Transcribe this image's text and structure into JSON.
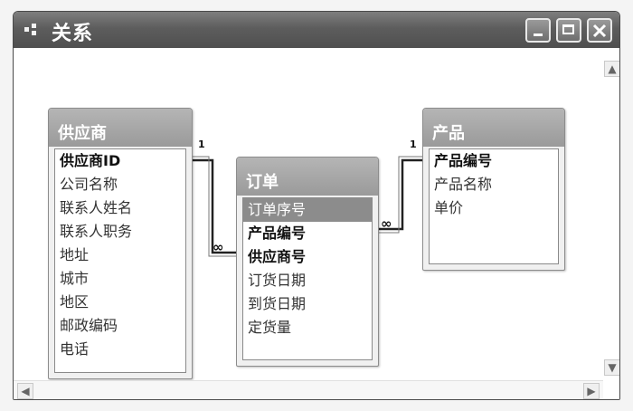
{
  "window": {
    "title": "关系",
    "controls": [
      "minimize-icon",
      "maximize-icon",
      "close-icon"
    ]
  },
  "tables": [
    {
      "id": "suppliers",
      "title": "供应商",
      "fields": [
        {
          "label": "供应商ID",
          "key": true
        },
        {
          "label": "公司名称",
          "key": false
        },
        {
          "label": "联系人姓名",
          "key": false
        },
        {
          "label": "联系人职务",
          "key": false
        },
        {
          "label": "地址",
          "key": false
        },
        {
          "label": "城市",
          "key": false
        },
        {
          "label": "地区",
          "key": false
        },
        {
          "label": "邮政编码",
          "key": false
        },
        {
          "label": "电话",
          "key": false
        }
      ]
    },
    {
      "id": "orders",
      "title": "订单",
      "fields": [
        {
          "label": "订单序号",
          "key": false,
          "selected": true
        },
        {
          "label": "产品编号",
          "key": true
        },
        {
          "label": "供应商号",
          "key": true
        },
        {
          "label": "订货日期",
          "key": false
        },
        {
          "label": "到货日期",
          "key": false
        },
        {
          "label": "定货量",
          "key": false
        }
      ]
    },
    {
      "id": "products",
      "title": "产品",
      "fields": [
        {
          "label": "产品编号",
          "key": true
        },
        {
          "label": "产品名称",
          "key": false
        },
        {
          "label": "单价",
          "key": false
        }
      ]
    }
  ],
  "relationships": [
    {
      "from": "供应商.供应商ID",
      "to": "订单.供应商号",
      "one_label": "1",
      "many_label": "∞"
    },
    {
      "from": "产品.产品编号",
      "to": "订单.产品编号",
      "one_label": "1",
      "many_label": "∞"
    }
  ],
  "scrollbars": {
    "up": "▲",
    "down": "▼",
    "left": "◀",
    "right": "▶"
  },
  "colors": {
    "titlebar": "#5d5d5d",
    "table_header": "#a6a6a6",
    "selected_row": "#8c8c8c"
  }
}
